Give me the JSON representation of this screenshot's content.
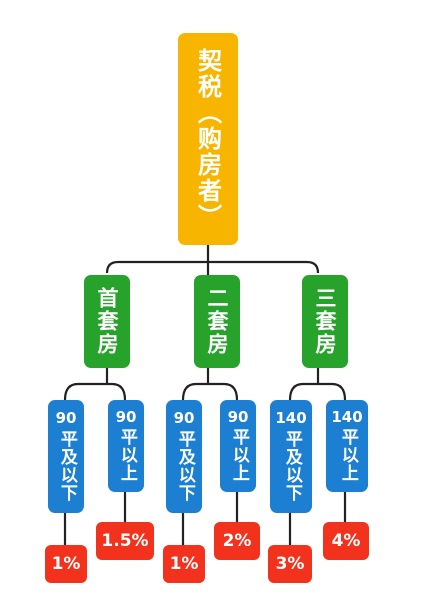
{
  "root": {
    "label": "契税（购房者）"
  },
  "categories": [
    {
      "label": "首套房",
      "branches": [
        {
          "area_value": "90",
          "area_text": "平及以下",
          "rate": "1%"
        },
        {
          "area_value": "90",
          "area_text": "平以上",
          "rate": "1.5%"
        }
      ]
    },
    {
      "label": "二套房",
      "branches": [
        {
          "area_value": "90",
          "area_text": "平及以下",
          "rate": "1%"
        },
        {
          "area_value": "90",
          "area_text": "平以上",
          "rate": "2%"
        }
      ]
    },
    {
      "label": "三套房",
      "branches": [
        {
          "area_value": "140",
          "area_text": "平及以下",
          "rate": "3%"
        },
        {
          "area_value": "140",
          "area_text": "平以上",
          "rate": "4%"
        }
      ]
    }
  ],
  "colors": {
    "root": "#f7b500",
    "category": "#27a22b",
    "condition": "#1c7fd1",
    "rate": "#f2321d",
    "connector": "#222222"
  }
}
